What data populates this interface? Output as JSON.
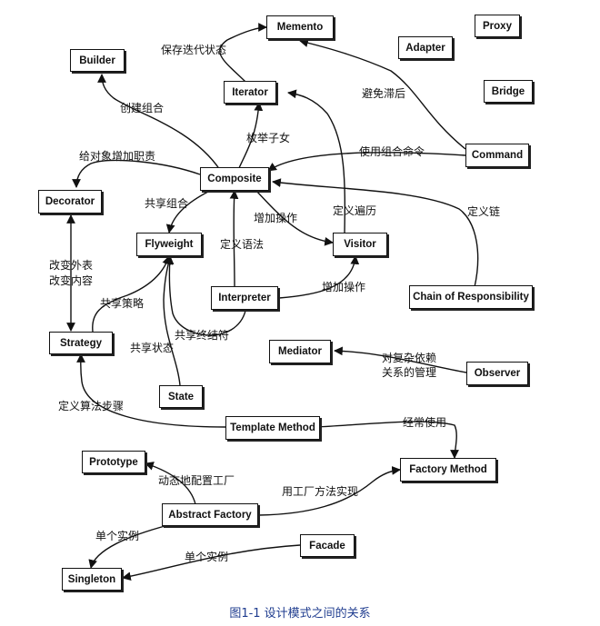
{
  "nodes": {
    "memento": "Memento",
    "proxy": "Proxy",
    "adapter": "Adapter",
    "builder": "Builder",
    "iterator": "Iterator",
    "bridge": "Bridge",
    "command": "Command",
    "composite": "Composite",
    "decorator": "Decorator",
    "flyweight": "Flyweight",
    "visitor": "Visitor",
    "interpreter": "Interpreter",
    "chain": "Chain of Responsibility",
    "mediator": "Mediator",
    "observer": "Observer",
    "strategy": "Strategy",
    "state": "State",
    "template_method": "Template Method",
    "prototype": "Prototype",
    "factory_method": "Factory Method",
    "abstract_factory": "Abstract Factory",
    "facade": "Facade",
    "singleton": "Singleton"
  },
  "labels": {
    "save_iteration_state": "保存迭代状态",
    "avoid_lag": "避免滞后",
    "create_composite": "创建组合",
    "enumerate_children": "枚举子女",
    "use_composite_command": "使用组合命令",
    "add_responsibilities": "给对象增加职责",
    "share_composite": "共享组合",
    "add_operations_1": "增加操作",
    "define_traversal": "定义遍历",
    "define_chain": "定义链",
    "define_grammar": "定义语法",
    "change_skin": "改变外表",
    "change_guts": "改变内容",
    "share_strategies": "共享策略",
    "add_operations_2": "增加操作",
    "share_terminals": "共享终结符",
    "share_states": "共享状态",
    "complex_dependency_1": "对复杂依赖",
    "complex_dependency_2": "关系的管理",
    "define_algorithm_steps": "定义算法步骤",
    "often_uses": "经常使用",
    "configure_factory_dynamically": "动态地配置工厂",
    "implement_using_factory_method": "用工厂方法实现",
    "single_instance_1": "单个实例",
    "single_instance_2": "单个实例"
  },
  "caption": "图1-1   设计模式之间的关系",
  "colors": {
    "line": "#111111",
    "caption": "#1f3c8f"
  }
}
